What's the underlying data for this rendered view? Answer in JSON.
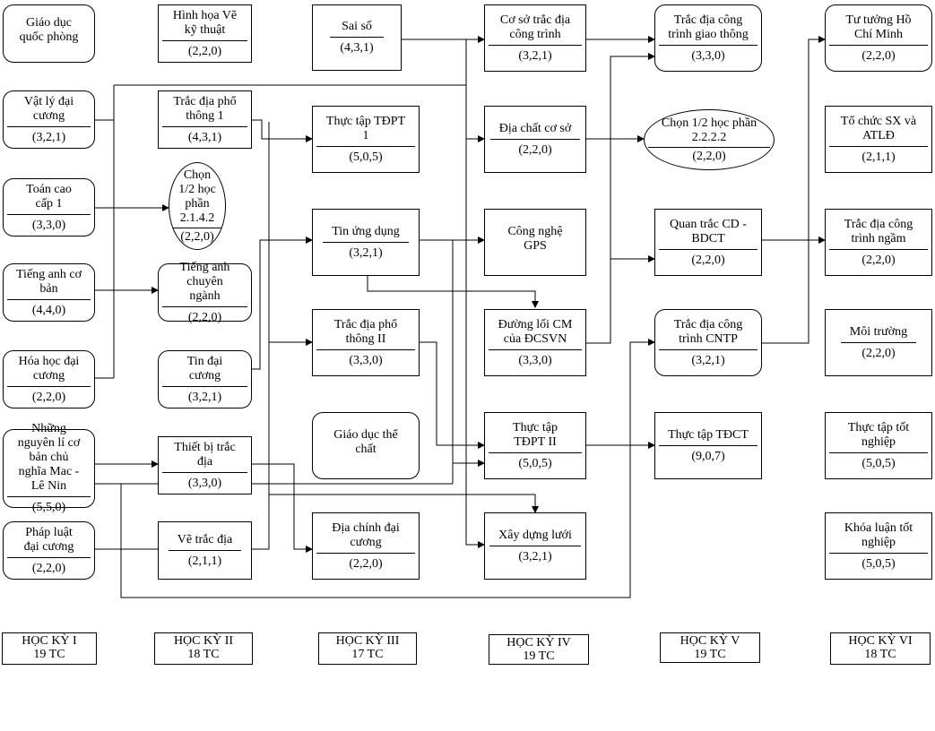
{
  "diagram": {
    "courses": [
      {
        "id": "gdqp",
        "name": "Giáo dục quốc phòng",
        "credits": ""
      },
      {
        "id": "vldc",
        "name": "Vật lý đại cương",
        "credits": "(3,2,1)"
      },
      {
        "id": "tcc",
        "name": "Toán cao cấp 1",
        "credits": "(3,3,0)"
      },
      {
        "id": "tacb",
        "name": "Tiếng anh cơ bản",
        "credits": "(4,4,0)"
      },
      {
        "id": "hhdc",
        "name": "Hóa học đại cương",
        "credits": "(2,2,0)"
      },
      {
        "id": "nnl",
        "name": "Những nguyên lí cơ bản chủ nghĩa Mac - Lê Nin",
        "credits": "(5,5,0)"
      },
      {
        "id": "pldc",
        "name": "Pháp luật đại cương",
        "credits": "(2,2,0)"
      },
      {
        "id": "hhvkt",
        "name": "Hình họa Vẽ kỹ thuật",
        "credits": "(2,2,0)"
      },
      {
        "id": "tdpt1",
        "name": "Trắc địa phổ thông 1",
        "credits": "(4,3,1)"
      },
      {
        "id": "chon214",
        "name": "Chọn 1/2 học phần 2.1.4.2",
        "credits": "(2,2,0)"
      },
      {
        "id": "tacn",
        "name": "Tiếng anh chuyên ngành",
        "credits": "(2,2,0)"
      },
      {
        "id": "tindc",
        "name": "Tin đại cương",
        "credits": "(3,2,1)"
      },
      {
        "id": "tbtd",
        "name": "Thiết bị trắc địa",
        "credits": "(3,3,0)"
      },
      {
        "id": "vetd",
        "name": "Vẽ trắc địa",
        "credits": "(2,1,1)"
      },
      {
        "id": "saiso",
        "name": "Sai số",
        "credits": "(4,3,1)"
      },
      {
        "id": "tttdpt1",
        "name": "Thực tập TĐPT 1",
        "credits": "(5,0,5)"
      },
      {
        "id": "tinud",
        "name": "Tin ứng dụng",
        "credits": "(3,2,1)"
      },
      {
        "id": "tdpt2",
        "name": "Trắc địa phổ thông II",
        "credits": "(3,3,0)"
      },
      {
        "id": "gdtc",
        "name": "Giáo dục thể chất",
        "credits": ""
      },
      {
        "id": "dcdc",
        "name": "Địa chính đại cương",
        "credits": "(2,2,0)"
      },
      {
        "id": "cstdct",
        "name": "Cơ sở trắc địa công trình",
        "credits": "(3,2,1)"
      },
      {
        "id": "dccs",
        "name": "Địa chất cơ sở",
        "credits": "(2,2,0)"
      },
      {
        "id": "gps",
        "name": "Công nghệ GPS",
        "credits": ""
      },
      {
        "id": "dlcm",
        "name": "Đường lối CM của ĐCSVN",
        "credits": "(3,3,0)"
      },
      {
        "id": "tttdpt2",
        "name": "Thực tập TĐPT II",
        "credits": "(5,0,5)"
      },
      {
        "id": "xdl",
        "name": "Xây dựng lưới",
        "credits": "(3,2,1)"
      },
      {
        "id": "tdgt",
        "name": "Trắc địa công trình giao thông",
        "credits": "(3,3,0)"
      },
      {
        "id": "chon2222",
        "name": "Chọn 1/2 học phần 2.2.2.2",
        "credits": "(2,2,0)"
      },
      {
        "id": "qtcd",
        "name": "Quan trắc CD - BDCT",
        "credits": "(2,2,0)"
      },
      {
        "id": "tdcntp",
        "name": "Trắc địa công trình CNTP",
        "credits": "(3,2,1)"
      },
      {
        "id": "ttdct",
        "name": "Thực tập TĐCT",
        "credits": "(9,0,7)"
      },
      {
        "id": "tthcm",
        "name": "Tư tưởng Hồ Chí Minh",
        "credits": "(2,2,0)"
      },
      {
        "id": "tcsx",
        "name": "Tổ chức SX và ATLĐ",
        "credits": "(2,1,1)"
      },
      {
        "id": "tdngam",
        "name": "Trắc địa công trình ngầm",
        "credits": "(2,2,0)"
      },
      {
        "id": "moitruong",
        "name": "Môi trường",
        "credits": "(2,2,0)"
      },
      {
        "id": "tttn",
        "name": "Thực tập tốt nghiệp",
        "credits": "(5,0,5)"
      },
      {
        "id": "kltn",
        "name": "Khóa luận tốt nghiệp",
        "credits": "(5,0,5)"
      }
    ],
    "semesters": [
      {
        "label": "HỌC KỲ I",
        "credits": "19 TC"
      },
      {
        "label": "HỌC KỲ II",
        "credits": "18 TC"
      },
      {
        "label": "HỌC KỲ III",
        "credits": "17 TC"
      },
      {
        "label": "HỌC KỲ IV",
        "credits": "19 TC"
      },
      {
        "label": "HỌC KỲ V",
        "credits": "19 TC"
      },
      {
        "label": "HỌC KỲ VI",
        "credits": "18 TC"
      }
    ]
  }
}
